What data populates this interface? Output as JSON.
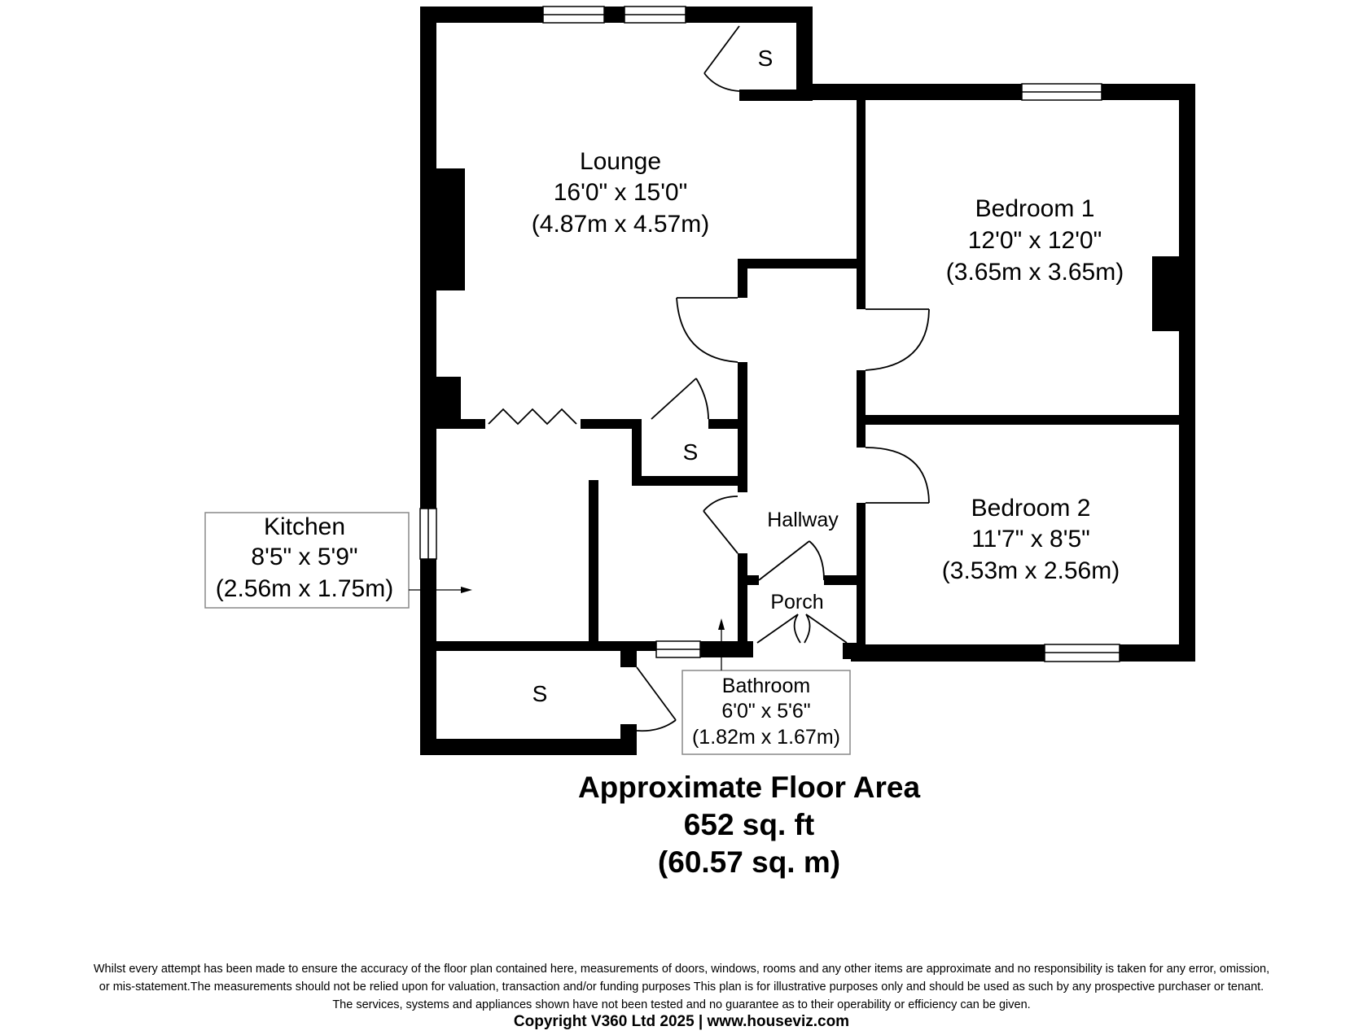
{
  "rooms": {
    "lounge": {
      "name": "Lounge",
      "imperial": "16'0\" x 15'0\"",
      "metric": "(4.87m x 4.57m)"
    },
    "bedroom1": {
      "name": "Bedroom 1",
      "imperial": "12'0\" x 12'0\"",
      "metric": "(3.65m x 3.65m)"
    },
    "bedroom2": {
      "name": "Bedroom 2",
      "imperial": "11'7\" x 8'5\"",
      "metric": "(3.53m x 2.56m)"
    },
    "kitchen": {
      "name": "Kitchen",
      "imperial": "8'5\" x 5'9\"",
      "metric": "(2.56m x 1.75m)"
    },
    "bathroom": {
      "name": "Bathroom",
      "imperial": "6'0\" x 5'6\"",
      "metric": "(1.82m x 1.67m)"
    },
    "hallway": {
      "name": "Hallway"
    },
    "porch": {
      "name": "Porch"
    },
    "store": {
      "name": "S"
    }
  },
  "floor_area": {
    "title": "Approximate Floor Area",
    "imperial": "652 sq. ft",
    "metric": "(60.57 sq. m)"
  },
  "footer": {
    "disclaimer_1": "Whilst every attempt has been made to ensure the accuracy of the floor plan contained here, measurements of doors, windows, rooms and any other items are approximate and no responsibility is taken for any error, omission,",
    "disclaimer_2": "or mis-statement.The measurements should not be relied upon for valuation, transaction and/or funding purposes This plan is for illustrative purposes only and should be used as such by any prospective purchaser or tenant.",
    "disclaimer_3": "The services, systems and appliances shown have not been tested and no guarantee as to their operability or efficiency can be given.",
    "copyright": "Copyright V360 Ltd 2025 | www.houseviz.com"
  }
}
